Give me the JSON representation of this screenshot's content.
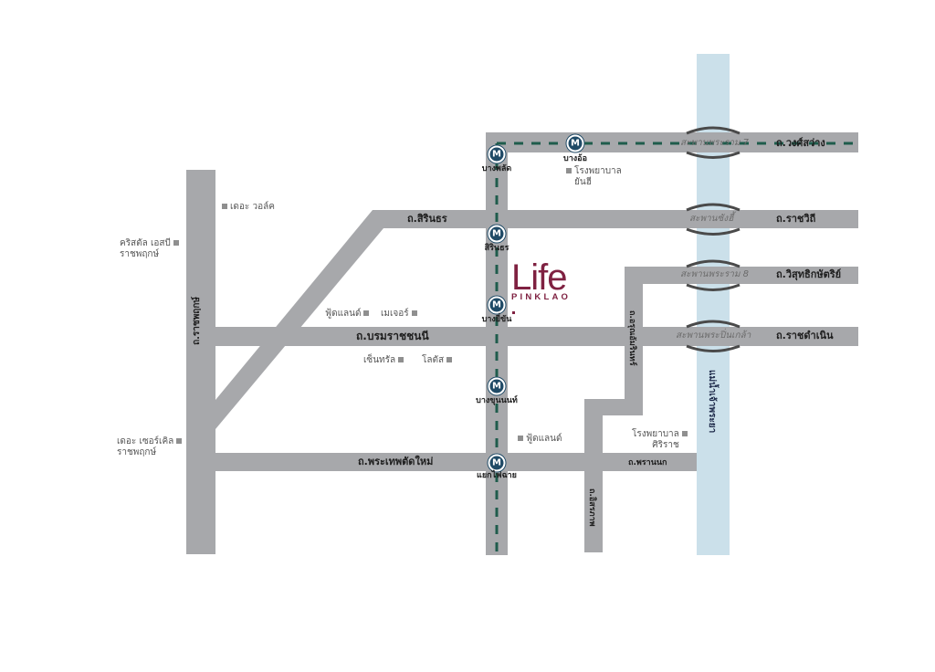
{
  "colors": {
    "road": "#a7a8ab",
    "river": "#cbe0ea",
    "mrt_line": "#1f5c4c",
    "mrt_icon": "#1f4a66",
    "brand": "#7f2141",
    "bridge_arc": "#4a4a4a"
  },
  "logo": {
    "title": "Life",
    "subtitle": "PINKLAO"
  },
  "roads": {
    "wongsawang": "ถ.วงศ์สว่าง",
    "ratchawithi": "ถ.ราชวิถี",
    "wisutkasat": "ถ.วิสุทธิกษัตริย์",
    "ratchadamnoen": "ถ.ราชดำเนิน",
    "sirindhorn": "ถ.สิรินธร",
    "borommaratchachonnani": "ถ.บรมราชชนนี",
    "phra_pinklao_new": "ถ.พระเทพตัดใหม่",
    "phranok": "ถ.พรานนก",
    "ratchaphruek": "ถ.ราชพฤกษ์",
    "arun_amarin": "ถ.อรุณอัมรินทร์",
    "itsaraphap": "ถ.อิสรภาพ"
  },
  "river": {
    "name": "แม่น้ำเจ้าพระยา"
  },
  "bridges": [
    {
      "name": "สะพานพระราม 7"
    },
    {
      "name": "สะพานซังฮี้"
    },
    {
      "name": "สะพานพระราม 8"
    },
    {
      "name": "สะพานพระปิ่นเกล้า"
    }
  ],
  "mrt": {
    "icon_glyph": "M",
    "stations": [
      {
        "name": "บางพลัด"
      },
      {
        "name": "บางอ้อ"
      },
      {
        "name": "สิรินธร"
      },
      {
        "name": "บางยี่ขัน"
      },
      {
        "name": "บางขุนนนท์"
      },
      {
        "name": "แยกไฟฉาย"
      }
    ]
  },
  "pois": {
    "yanhee": [
      "โรงพยาบาล",
      "ยันฮี"
    ],
    "the_walk": "เดอะ วอล์ค",
    "crystal": [
      "คริสตัล เอสบี",
      "ราชพฤกษ์"
    ],
    "foodland_1": "ฟู้ดแลนด์",
    "major": "เมเจอร์",
    "central": "เซ็นทรัล",
    "lotus": "โลตัส",
    "circle": [
      "เดอะ เซอร์เคิล",
      "ราชพฤกษ์"
    ],
    "foodland_2": "ฟู้ดแลนด์",
    "siriraj": [
      "โรงพยาบาล",
      "ศิริราช"
    ]
  }
}
